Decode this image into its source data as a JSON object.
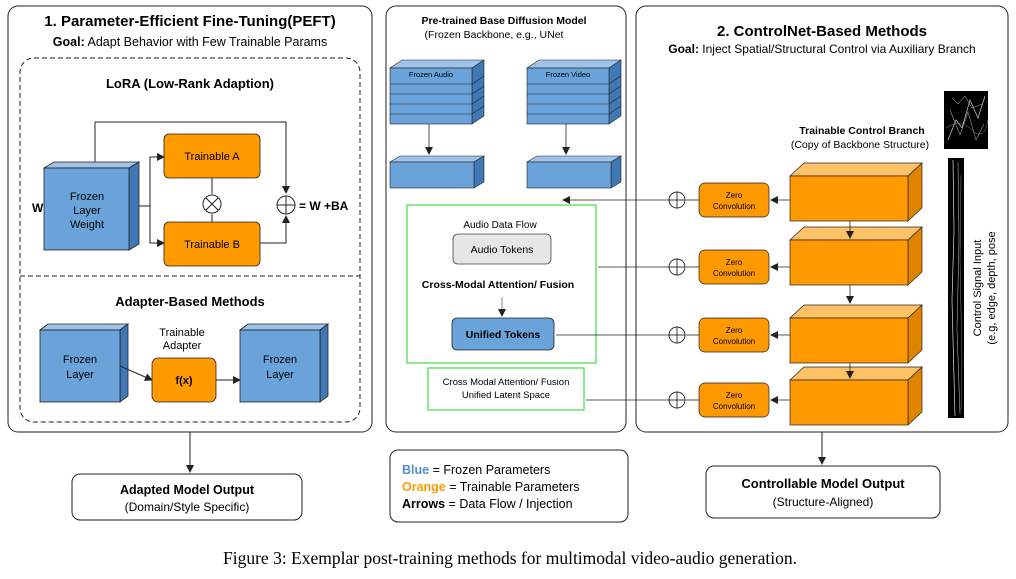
{
  "colors": {
    "frozen": "#6aa3d9",
    "trainable": "#ff9900",
    "green": "#44dd44",
    "unified": "#6aa3d9",
    "gray": "#e6e6e6"
  },
  "peft": {
    "title": "1. Parameter-Efficient Fine-Tuning(PEFT)",
    "goal_label": "Goal:",
    "goal_text": " Adapt Behavior with Few Trainable Params",
    "lora": {
      "title": "LoRA (Low-Rank Adaption)",
      "input_label": "W",
      "frozen_line1": "Frozen",
      "frozen_line2": "Layer",
      "frozen_line3": "Weight",
      "trainable_a": "Trainable A",
      "trainable_b": "Trainable B",
      "multiply_symbol": "⊗",
      "add_symbol": "⊕",
      "result": "= W +BA"
    },
    "adapter": {
      "title": "Adapter-Based Methods",
      "frozen_left_line1": "Frozen",
      "frozen_left_line2": "Layer",
      "adapter_label_line1": "Trainable",
      "adapter_label_line2": "Adapter",
      "fx": "f(x)",
      "frozen_right_line1": "Frozen",
      "frozen_right_line2": "Layer"
    },
    "output_title": "Adapted Model Output",
    "output_sub": "(Domain/Style Specific)"
  },
  "base": {
    "title": "Pre-trained Base Diffusion Model",
    "subtitle": "(Frozen Backbone, e.g., UNet",
    "frozen_audio": "Frozen Audio",
    "frozen_video": "Frozen Video",
    "audio_flow": "Audio Data Flow",
    "audio_tokens": "Audio Tokens",
    "cross_modal": "Cross-Modal Attention/ Fusion",
    "unified_tokens": "Unified Tokens",
    "latent_line1": "Cross Modal Attention/ Fusion",
    "latent_line2": "Unified Latent Space"
  },
  "legend": {
    "blue_word": "Blue",
    "blue_text": " = Frozen Parameters",
    "orange_word": "Orange",
    "orange_text": " = Trainable Parameters",
    "arrows_word": "Arrows",
    "arrows_text": " = Data Flow / Injection"
  },
  "controlnet": {
    "title": "2. ControlNet-Based Methods",
    "goal_label": "Goal:",
    "goal_text": " Inject Spatial/Structural Control via Auxiliary Branch",
    "branch_title": "Trainable Control Branch",
    "branch_sub": "(Copy of Backbone Structure)",
    "zero_line1": "Zero",
    "zero_line2": "Convolution",
    "signal_line1": "Control Signal Input",
    "signal_line2": "(e.g, edge, depth, pose",
    "output_title": "Controllable Model Output",
    "output_sub": "(Structure-Aligned)"
  },
  "caption": "Figure 3: Exemplar post-training methods for multimodal video-audio generation."
}
